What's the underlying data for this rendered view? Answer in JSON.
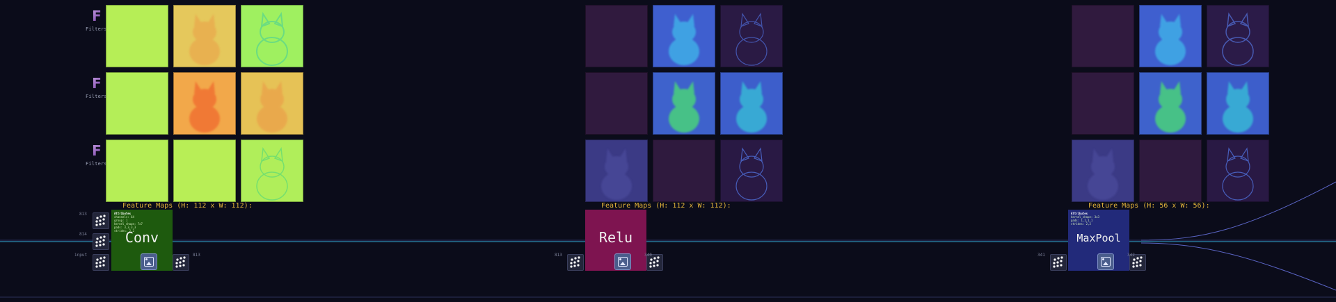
{
  "colors": {
    "background": "#0b0c1a",
    "conv_node": "#1e5a0e",
    "relu_node": "#7e1450",
    "maxpool_node": "#222a7a",
    "edge": "#2e8bb3",
    "title": "#e5b53a",
    "badge": "#b58ad8"
  },
  "filters": {
    "badge": "F",
    "label": "Filters"
  },
  "sections": [
    {
      "title": "Feature Maps (H: 112 x W: 112):",
      "node": {
        "label": "Conv",
        "attrs": [
          "Attributes",
          "  channels: 64",
          "  group: 1",
          "  kernel_shape: 7x7",
          "  pads: 3,3,3,3",
          "  strides: 2,2"
        ]
      },
      "ports": {
        "inputs": [
          "813",
          "814",
          "input"
        ],
        "output": "813"
      }
    },
    {
      "title": "Feature Maps (H: 112 x W: 112):",
      "node": {
        "label": "Relu",
        "attrs": []
      },
      "ports": {
        "inputs": [
          "813"
        ],
        "output": "340"
      }
    },
    {
      "title": "Feature Maps (H: 56 x W: 56):",
      "node": {
        "label": "MaxPool",
        "attrs": [
          "Attributes",
          "  kernel_shape: 3x3",
          "  pads: 1,1,1,1",
          "  strides: 2,2"
        ]
      },
      "ports": {
        "inputs": [
          "341"
        ],
        "output": "342"
      }
    }
  ],
  "icons": {
    "port": "dot-grid-icon",
    "image_toggle": "image-icon",
    "filter_badge": "filter-f-icon"
  }
}
